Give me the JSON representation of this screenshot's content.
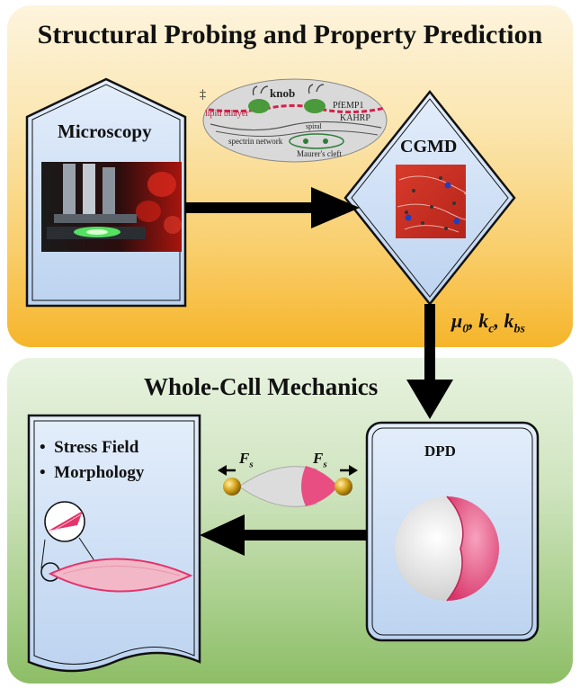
{
  "top_panel": {
    "title": "Structural Probing and Property Prediction",
    "microscopy_label": "Microscopy",
    "cgmd_label": "CGMD",
    "parameters": "μ0, kc, kbs",
    "schematic": {
      "dagger": "‡",
      "knob": "knob",
      "lipid_bilayer": "lipid bilayer",
      "pfemp1": "PfEMP1",
      "kahrp": "KAHRP",
      "spiral": "spiral",
      "spectrin_network": "spectrin network",
      "maurers_cleft": "Maurer's cleft"
    }
  },
  "bottom_panel": {
    "title": "Whole-Cell Mechanics",
    "dpd_label": "DPD",
    "bullets": [
      "Stress Field",
      "Morphology"
    ],
    "force_left": "F",
    "force_right": "F",
    "force_sub": "s"
  },
  "colors": {
    "top_panel_gradient": [
      "#fdf4dd",
      "#f6b52a"
    ],
    "bottom_panel_gradient": [
      "#e8f3e0",
      "#8dbe66"
    ],
    "box_fill": "#cfe0f5",
    "cell_pink": "#e8527e",
    "arrow": "#000000"
  }
}
